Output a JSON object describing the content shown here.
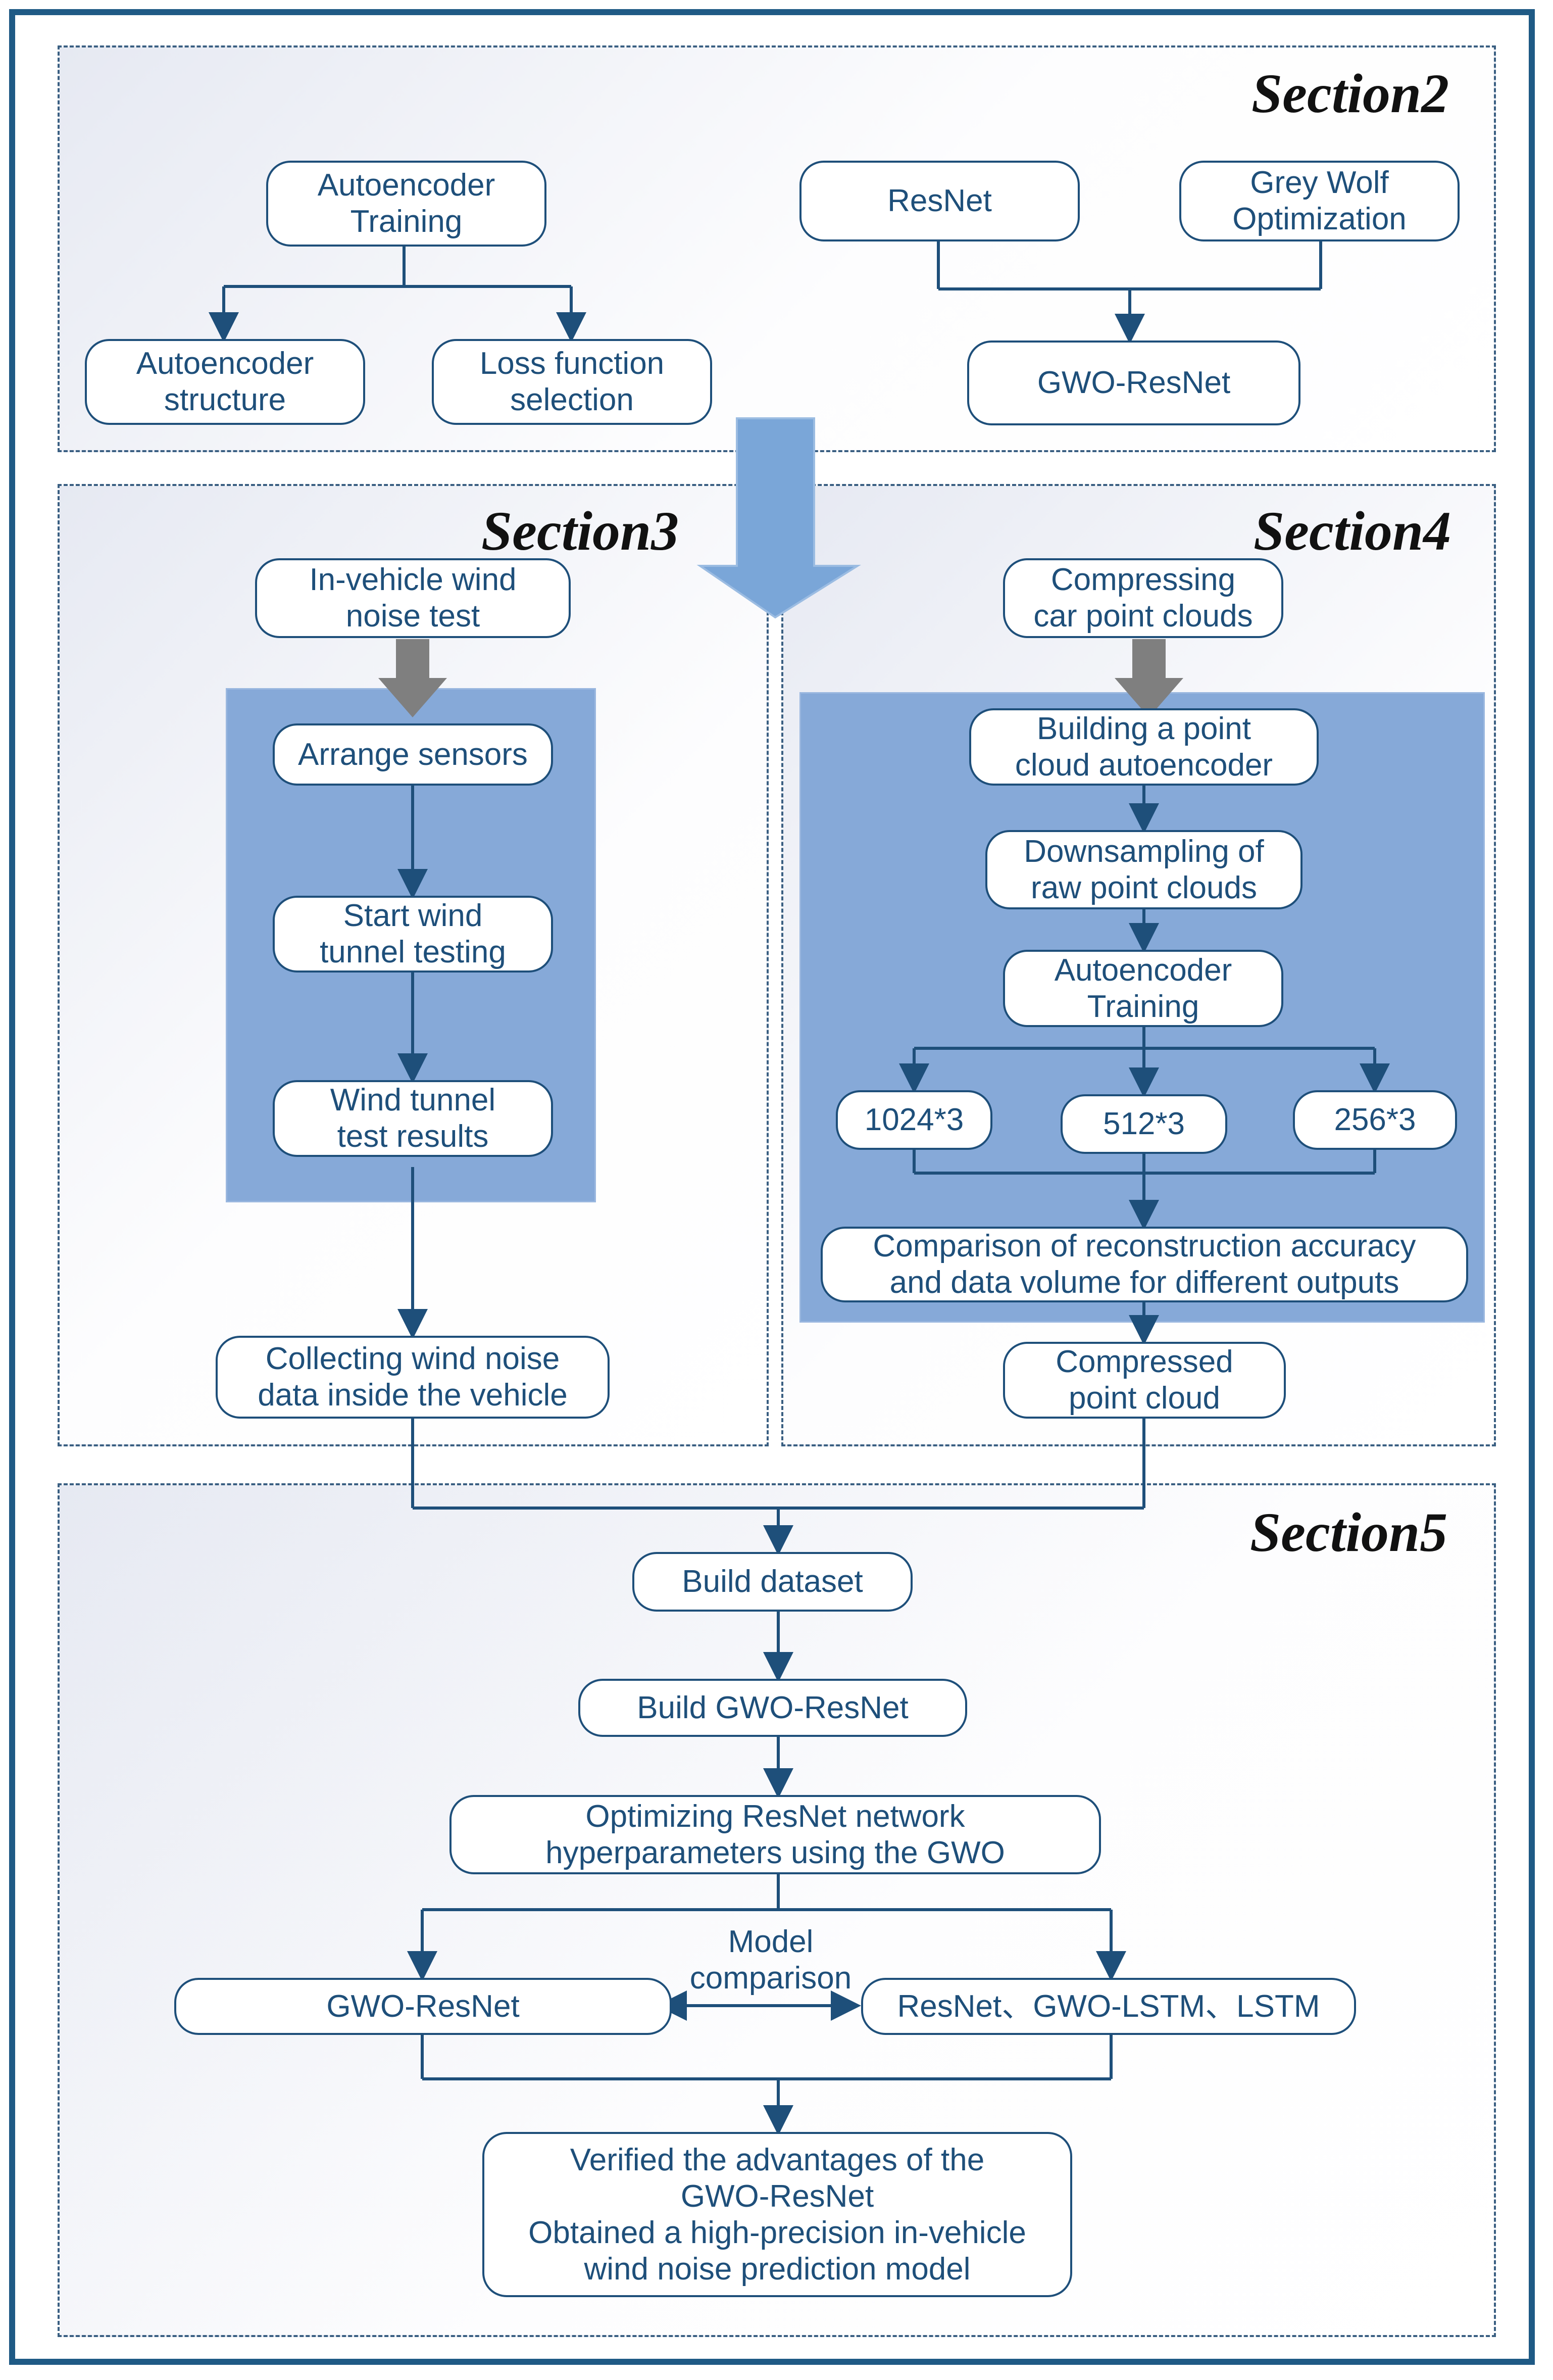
{
  "sections": {
    "s2": "Section2",
    "s3": "Section3",
    "s4": "Section4",
    "s5": "Section5"
  },
  "nodes": {
    "ae_training_top": "Autoencoder\nTraining",
    "ae_structure": "Autoencoder\nstructure",
    "loss_selection": "Loss function\nselection",
    "resnet": "ResNet",
    "gwo": "Grey Wolf\nOptimization",
    "gwo_resnet_top": "GWO-ResNet",
    "wind_noise_test": "In-vehicle wind\nnoise test",
    "arrange_sensors": "Arrange sensors",
    "start_wind_tunnel": "Start wind\ntunnel testing",
    "wind_tunnel_results": "Wind tunnel\ntest results",
    "collecting_data": "Collecting wind noise\ndata inside the vehicle",
    "compressing_clouds": "Compressing\ncar point clouds",
    "building_autoencoder": "Building a point\ncloud autoencoder",
    "downsampling": "Downsampling of\nraw point clouds",
    "ae_training_s4": "Autoencoder\nTraining",
    "out_1024": "1024*3",
    "out_512": "512*3",
    "out_256": "256*3",
    "comparison": "Comparison of reconstruction accuracy\nand data volume for different outputs",
    "compressed_cloud": "Compressed\npoint cloud",
    "build_dataset": "Build dataset",
    "build_gwo_resnet": "Build GWO-ResNet",
    "optimizing": "Optimizing ResNet network\nhyperparameters using the GWO",
    "gwo_resnet_s5": "GWO-ResNet",
    "others": "ResNet、GWO-LSTM、LSTM",
    "verified": "Verified the advantages of the\nGWO-ResNet\nObtained a high-precision in-vehicle\nwind noise prediction model"
  },
  "labels": {
    "model_comparison": "Model\ncomparison"
  },
  "colors": {
    "frame": "#1f5a85",
    "line": "#1e4f7a",
    "panel": "#86a9d8",
    "big_arrow": "#7aa6d8",
    "gray_arrow": "#7f7f7f"
  }
}
